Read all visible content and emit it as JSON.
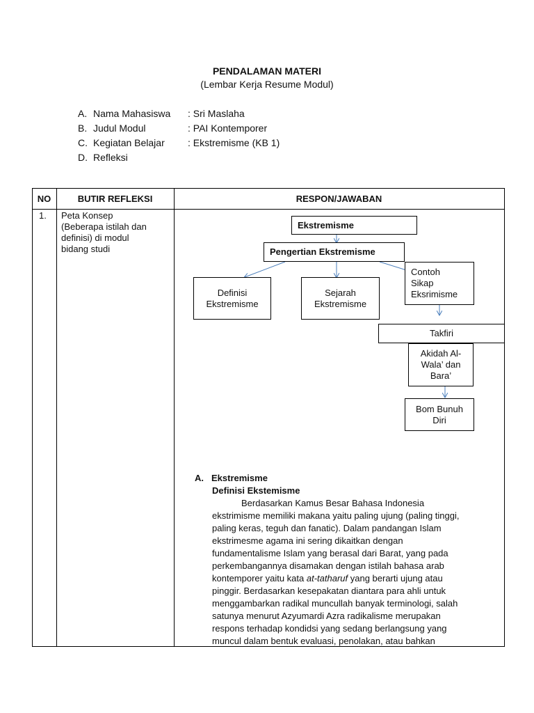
{
  "header": {
    "title": "PENDALAMAN MATERI",
    "subtitle": "(Lembar Kerja Resume Modul)"
  },
  "meta": [
    {
      "letter": "A.",
      "label": "Nama Mahasiswa",
      "value": ": Sri Maslaha"
    },
    {
      "letter": "B.",
      "label": "Judul Modul",
      "value": ": PAI Kontemporer"
    },
    {
      "letter": "C.",
      "label": "Kegiatan Belajar",
      "value": ": Ekstremisme (KB 1)"
    },
    {
      "letter": "D.",
      "label": "Refleksi",
      "value": ""
    }
  ],
  "table": {
    "headers": {
      "no": "NO",
      "butir": "BUTIR REFLEKSI",
      "respon": "RESPON/JAWABAN"
    },
    "row1": {
      "no": "1.",
      "butir": [
        "Peta Konsep",
        "(Beberapa istilah dan",
        "definisi) di modul",
        "bidang studi"
      ]
    }
  },
  "concept_map": {
    "root": "Ekstremisme",
    "pengertian": "Pengertian Ekstremisme",
    "definisi": [
      "Definisi",
      "Ekstremisme"
    ],
    "sejarah": [
      "Sejarah",
      "Ekstremisme"
    ],
    "contoh": [
      "Contoh",
      "Sikap",
      "Eksrimisme"
    ],
    "takfiri": "Takfiri",
    "akidah": [
      "Akidah Al-",
      "Wala’ dan",
      "Bara’"
    ],
    "bom": [
      "Bom Bunuh",
      "Diri"
    ]
  },
  "section": {
    "heading_letter": "A.",
    "heading": "Ekstremisme",
    "subheading": "Definisi Ekstemisme",
    "lines": [
      "Berdasarkan Kamus Besar Bahasa Indonesia",
      "ekstrimisme memiliki makana yaitu paling ujung (paling tinggi,",
      "paling keras, teguh dan fanatic). Dalam pandangan Islam",
      "ekstrimesme agama ini sering dikaitkan dengan",
      "fundamentalisme Islam yang berasal dari Barat, yang pada",
      "perkembangannya disamakan dengan  istilah bahasa arab",
      "kontemporer yaitu kata ",
      "pinggir.  Berdasarkan kesepakatan diantara para ahli untuk",
      "menggambarkan radikal muncullah banyak terminologi, salah",
      "satunya menurut Azyumardi Azra radikalisme merupakan",
      "respons terhadap kondidsi yang sedang berlangsung yang",
      "muncul dalam bentuk evaluasi, penolakan, atau bahkan"
    ],
    "italic_term": "at-tatharuf",
    "line7_tail": " yang berarti ujung atau"
  },
  "colors": {
    "arrow": "#4a7ebb",
    "border": "#000000"
  }
}
